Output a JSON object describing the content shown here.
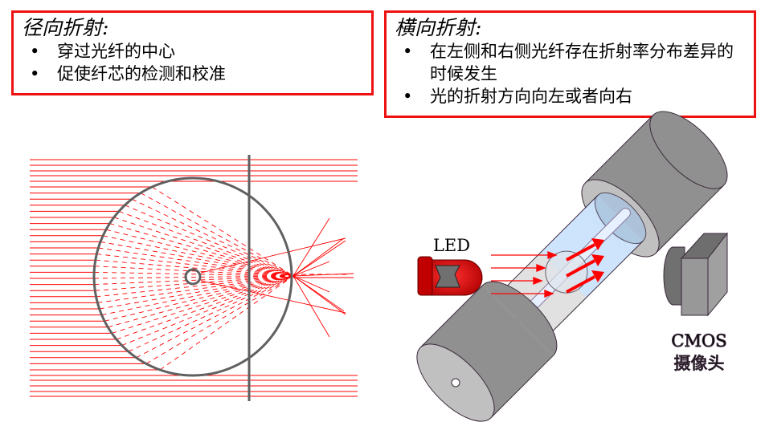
{
  "radial": {
    "title": "径向折射:",
    "bullets": [
      "穿过光纤的中心",
      "促使纤芯的检测和校准"
    ]
  },
  "lateral": {
    "title": "横向折射:",
    "bullets": [
      "在左侧和右侧光纤存在折射率分布差异的时候发生",
      "光的折射方向向左或者向右"
    ]
  },
  "labels": {
    "led": "LED",
    "cmos": "CMOS",
    "camera": "摄像头"
  },
  "colors": {
    "ray": "#ff0000",
    "outline": "#606060",
    "cylinder": "#909090",
    "face": "#c0c0c0",
    "glass": "#cce4ff"
  }
}
